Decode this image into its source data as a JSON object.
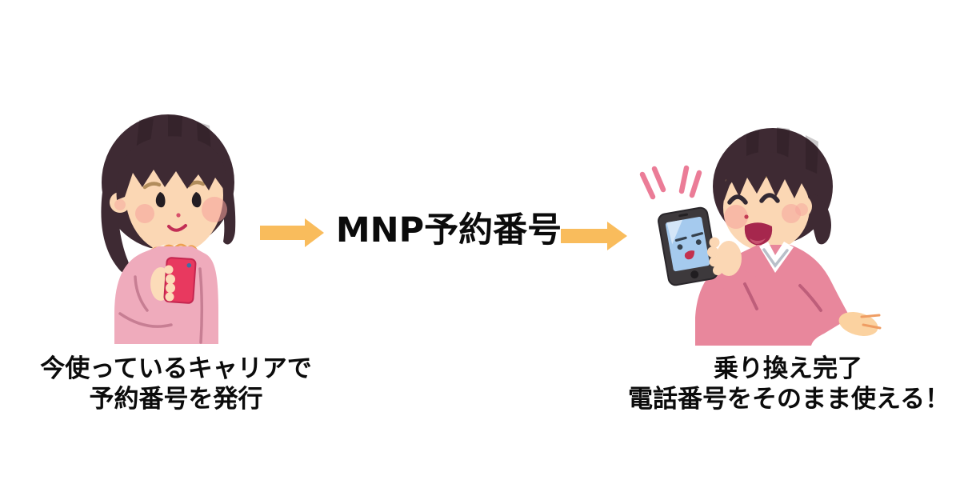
{
  "flow": {
    "center_label": "MNP予約番号",
    "arrow_direction": "right",
    "arrow_count": 2
  },
  "steps": {
    "left": {
      "caption": [
        "今使っているキャリアで",
        "予約番号を発行"
      ],
      "illustration": "woman-in-pink-sweater-looking-at-red-smartphone"
    },
    "right": {
      "caption": [
        "乗り換え完了",
        "電話番号をそのまま使える！"
      ],
      "illustration": "happy-woman-holding-smartphone-with-smiley-face-screen"
    }
  },
  "colors": {
    "background": "#FFFFFF",
    "text": "#0B0B0B",
    "arrow": "#F9BC5C",
    "hair": "#3E2A33",
    "skin": "#FBD7B4",
    "blush": "#F5A09A",
    "sweater_left": "#EFABBC",
    "cardigan_right": "#E8879C",
    "phone_left_body": "#E8395F",
    "phone_right_body": "#3D393C",
    "phone_right_screen": "#A5CAEE",
    "phone_screen_mouth": "#C3304E",
    "open_mouth": "#A6274D",
    "emphasis_lines": "#EB7C97",
    "collar_cream": "#FCF0DC",
    "collar_white": "#FFFFFF"
  }
}
